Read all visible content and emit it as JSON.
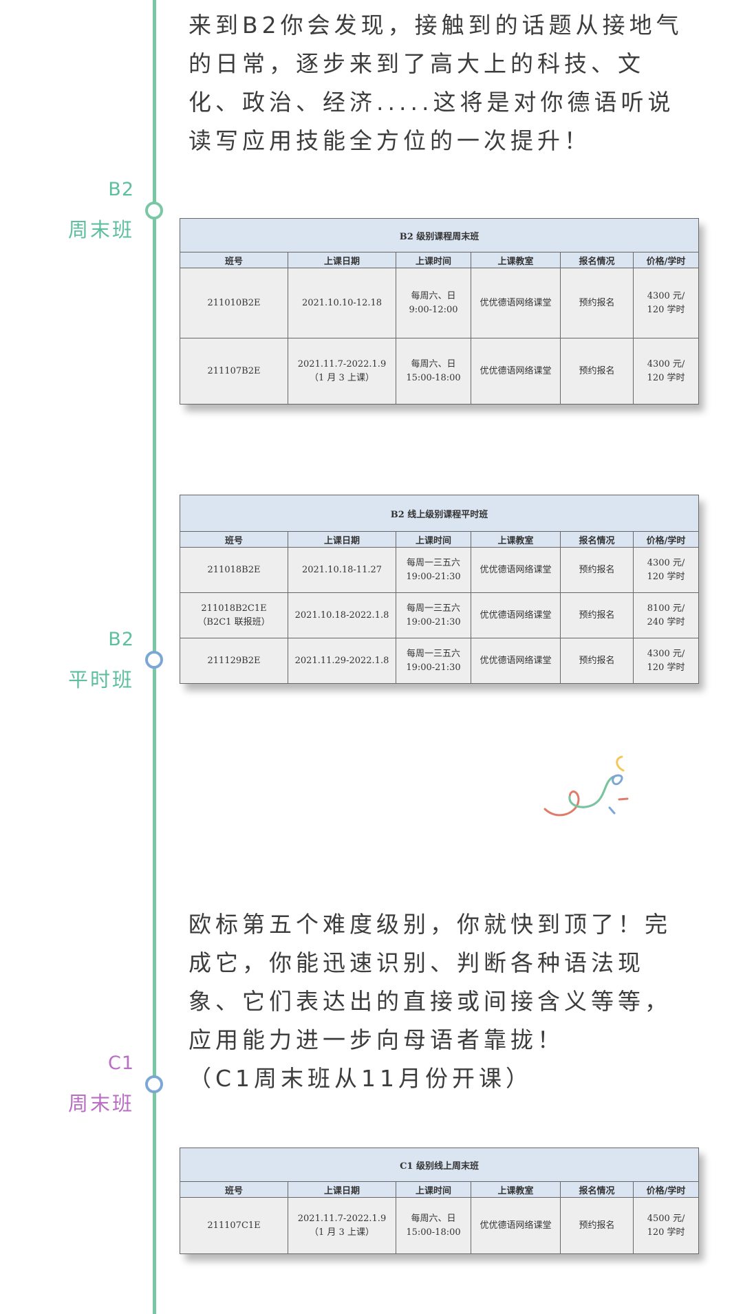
{
  "intro_b2": "来到B2你会发现，接触到的话题从接地气的日常，逐步来到了高大上的科技、文化、政治、经济.....这将是对你德语听说读写应用技能全方位的一次提升！",
  "labels": {
    "b2_weekend": {
      "level": "B2",
      "cls": "周末班"
    },
    "b2_weekday": {
      "level": "B2",
      "cls": "平时班"
    },
    "c1_weekend": {
      "level": "C1",
      "cls": "周末班"
    }
  },
  "intro_c1": "欧标第五个难度级别，你就快到顶了！完成它，你能迅速识别、判断各种语法现象、它们表达出的直接或间接含义等等，应用能力进一步向母语者靠拢！",
  "intro_c1_note": "（C1周末班从11月份开课）",
  "columns": [
    "班号",
    "上课日期",
    "上课时间",
    "上课教室",
    "报名情况",
    "价格/学时"
  ],
  "tables": [
    {
      "title": "B2 级别课程周末班",
      "rows": [
        {
          "code": "211010B2E",
          "code2": "",
          "date": "2021.10.10-12.18",
          "date2": "",
          "time": "每周六、日",
          "time2": "9:00-12:00",
          "room": "优优德语网络课堂",
          "status": "预约报名",
          "price": "4300 元/",
          "price2": "120 学时"
        },
        {
          "code": "211107B2E",
          "code2": "",
          "date": "2021.11.7-2022.1.9",
          "date2": "（1 月 3 上课）",
          "time": "每周六、日",
          "time2": "15:00-18:00",
          "room": "优优德语网络课堂",
          "status": "预约报名",
          "price": "4300 元/",
          "price2": "120 学时"
        }
      ]
    },
    {
      "title": "B2 线上级别课程平时班",
      "rows": [
        {
          "code": "211018B2E",
          "code2": "",
          "date": "2021.10.18-11.27",
          "date2": "",
          "time": "每周一三五六",
          "time2": "19:00-21:30",
          "room": "优优德语网络课堂",
          "status": "预约报名",
          "price": "4300 元/",
          "price2": "120 学时"
        },
        {
          "code": "211018B2C1E",
          "code2": "（B2C1 联报班）",
          "date": "2021.10.18-2022.1.8",
          "date2": "",
          "time": "每周一三五六",
          "time2": "19:00-21:30",
          "room": "优优德语网络课堂",
          "status": "预约报名",
          "price": "8100 元/",
          "price2": "240 学时"
        },
        {
          "code": "211129B2E",
          "code2": "",
          "date": "2021.11.29-2022.1.8",
          "date2": "",
          "time": "每周一三五六",
          "time2": "19:00-21:30",
          "room": "优优德语网络课堂",
          "status": "预约报名",
          "price": "4300 元/",
          "price2": "120 学时"
        }
      ]
    },
    {
      "title": "C1 级别线上周末班",
      "rows": [
        {
          "code": "211107C1E",
          "code2": "",
          "date": "2021.11.7-2022.1.9",
          "date2": "（1 月 3 上课）",
          "time": "每周六、日",
          "time2": "15:00-18:00",
          "room": "优优德语网络课堂",
          "status": "预约报名",
          "price": "4500 元/",
          "price2": "120 学时"
        }
      ]
    }
  ],
  "colors": {
    "timeline": "#79c7a4",
    "accent_blue": "#7aa7d8",
    "label_green": "#5dbf9e",
    "label_purple": "#b86ec2",
    "table_header": "#dbe5f2"
  }
}
